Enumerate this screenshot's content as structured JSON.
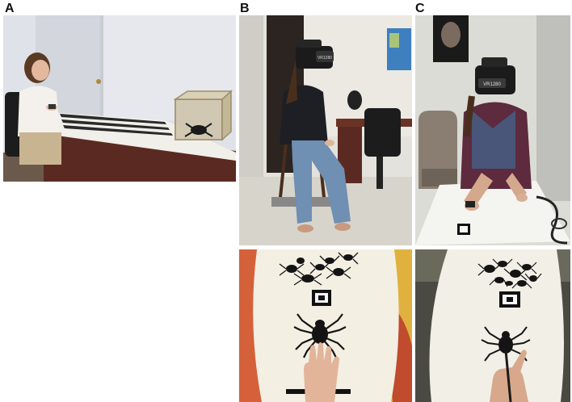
{
  "figure": {
    "panels": [
      {
        "label": "A",
        "scene": "seated-participant-with-tarantula-box"
      },
      {
        "label": "B",
        "scene": "participant-wearing-hmd-seated-on-stool"
      },
      {
        "label": "C",
        "scene": "participant-wearing-hmd-hand-on-table"
      }
    ],
    "headset_text": "VR1280",
    "palette": {
      "wall": "#d9dde4",
      "desk": "#5a2a22",
      "table_white": "#f2efe6",
      "spider": "#141414",
      "skin": "#e2b59a",
      "jeans": "#6f8fb3"
    }
  }
}
